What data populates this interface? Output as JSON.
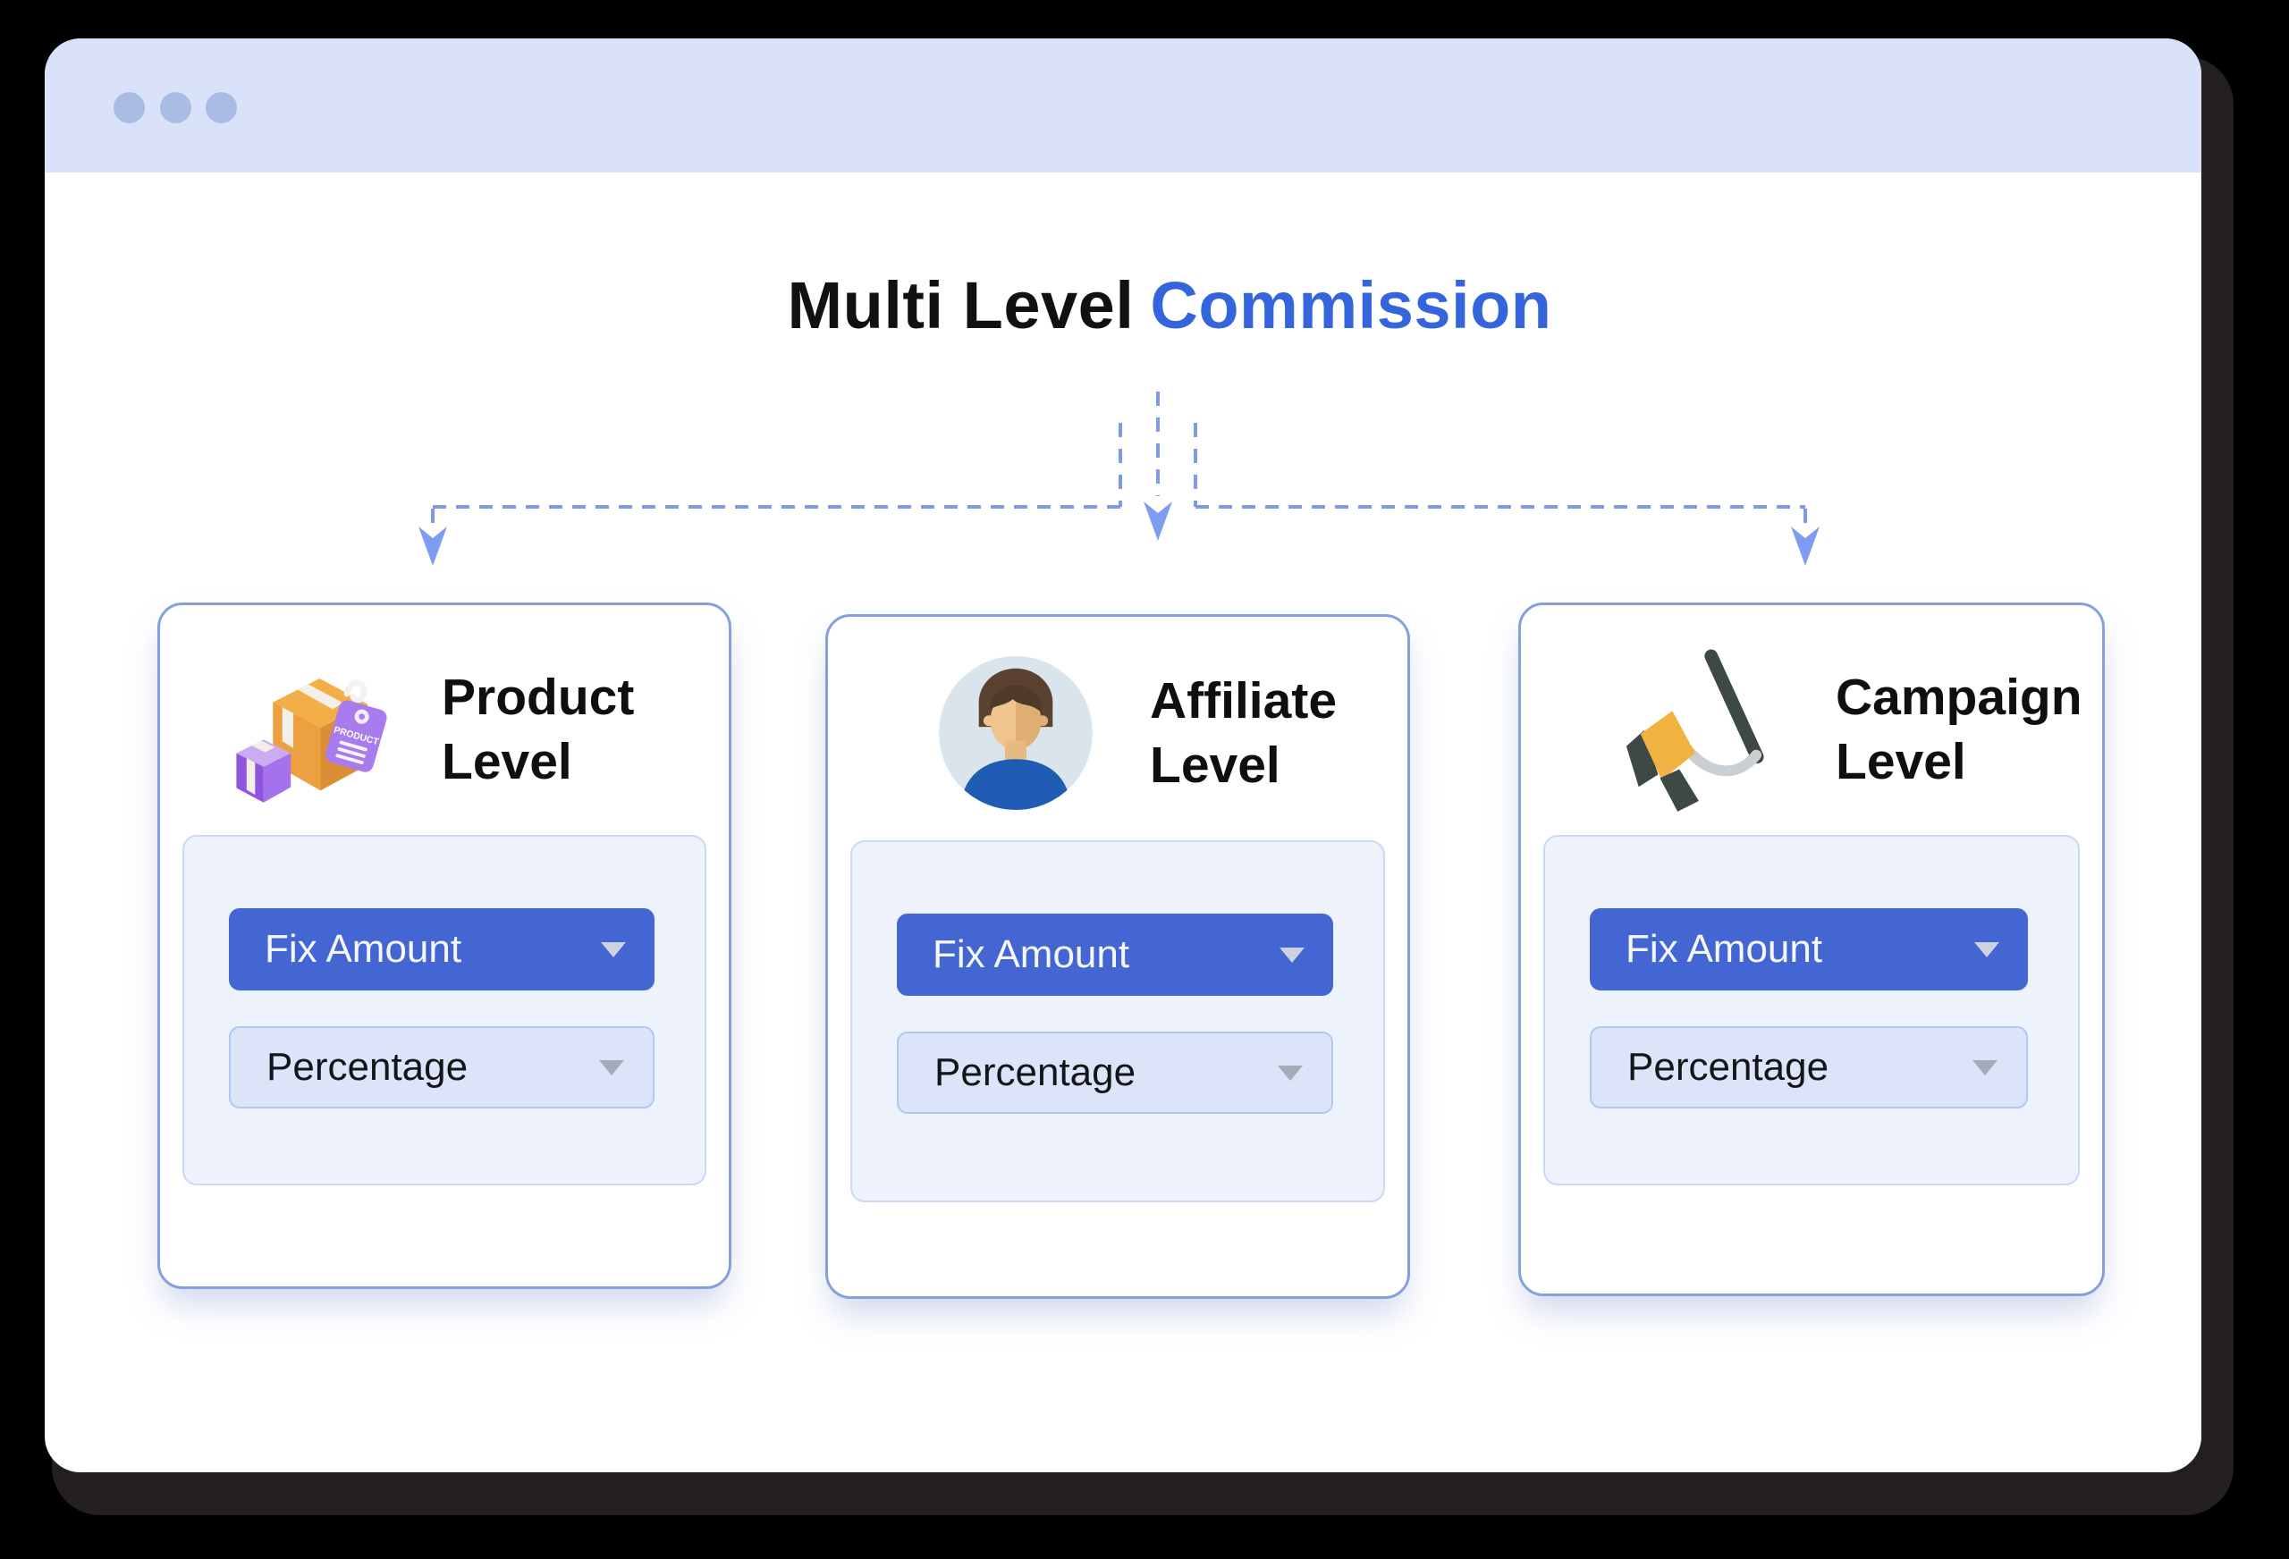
{
  "title": {
    "prefix": "Multi Level",
    "highlight": "Commission"
  },
  "cards": [
    {
      "title": "Product Level",
      "icon": "product-boxes-icon",
      "icon_tag_text": "PRODUCT",
      "options": [
        {
          "label": "Fix Amount",
          "style": "primary"
        },
        {
          "label": "Percentage",
          "style": "secondary"
        }
      ]
    },
    {
      "title": "Affiliate Level",
      "icon": "person-avatar-icon",
      "options": [
        {
          "label": "Fix Amount",
          "style": "primary"
        },
        {
          "label": "Percentage",
          "style": "secondary"
        }
      ]
    },
    {
      "title": "Campaign Level",
      "icon": "megaphone-icon",
      "options": [
        {
          "label": "Fix Amount",
          "style": "primary"
        },
        {
          "label": "Percentage",
          "style": "secondary"
        }
      ]
    }
  ],
  "colors": {
    "titlebar": "#d9e2f9",
    "accent_blue": "#3465dd",
    "button_blue": "#4366d3",
    "dash_blue": "#7e99e8",
    "card_border": "#84a0de"
  }
}
